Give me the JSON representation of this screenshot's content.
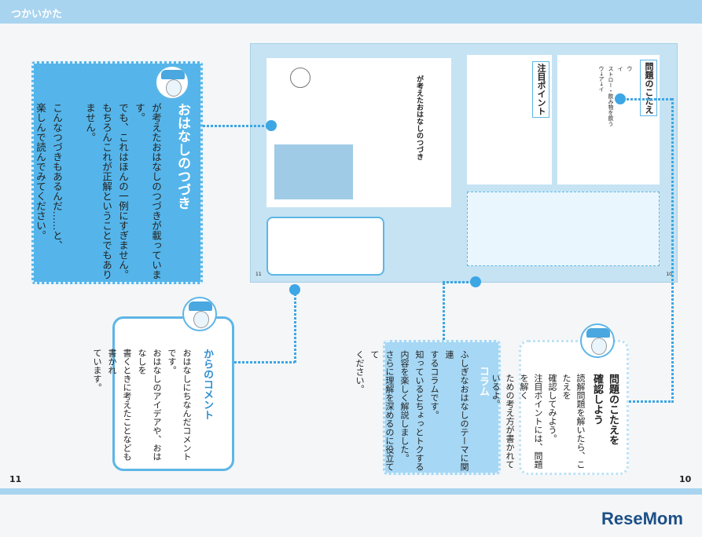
{
  "header": {
    "title": "つかいかた"
  },
  "story_box": {
    "title": "おはなしのつづき",
    "lines": [
      "が考えたおはなしのつづきが載っています。",
      "でも、これはほんの一例にすぎません。",
      "もちろんこれが正解ということでもありません。",
      "こんなつづきもあるんだ……と、",
      "楽しんで読んでみてください。"
    ]
  },
  "comment_box": {
    "title": "からのコメント",
    "lines": [
      "おはなしにちなんだコメントです。",
      "おはなしのアイデアや、おはなしを",
      "書くときに考えたことなども書かれ",
      "ています。"
    ]
  },
  "column_box": {
    "title": "コラム",
    "lines": [
      "ふしぎなおはなしのテーマに関連",
      "するコラムです。",
      "知っているとちょっとトクする",
      "内容を楽しく解説しました。",
      "さらに理解を深めるのに役立てて",
      "ください。"
    ]
  },
  "answer_box": {
    "title": "問題のこたえを確認しよう",
    "lines": [
      "読解問題を解いたら、こたえを",
      "確認してみよう。",
      "注目ポイントには、問題を解く",
      "ための考え方が書かれているよ。"
    ]
  },
  "spread": {
    "story_heading": "が考えたおはなしのつづき",
    "answer_heading": "問題のこたえ",
    "point_heading": "注目ポイント",
    "answers": [
      "ウ",
      "イ",
      "ストロー・飲み物を飲う",
      "ウ→ア→イ"
    ],
    "page_left": "11",
    "page_right": "10"
  },
  "page_numbers": {
    "left": "11",
    "right": "10"
  },
  "logo": "ReseMom"
}
